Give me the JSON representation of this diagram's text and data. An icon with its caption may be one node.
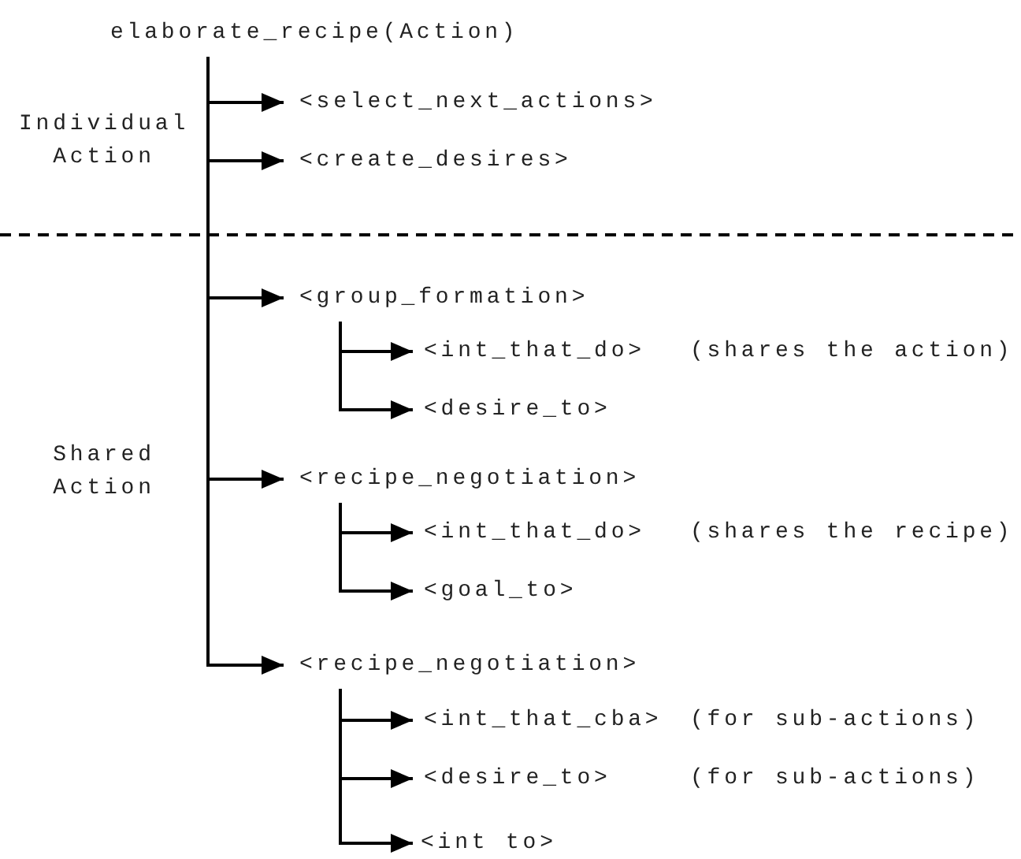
{
  "diagram": {
    "nodes": [
      {
        "text": [
          "elaborate_recipe(Action)"
        ]
      },
      {
        "text": [
          "<select_next_actions>"
        ]
      },
      {
        "text": [
          "<create_desires>"
        ]
      },
      {
        "text": [
          "<group_formation>"
        ]
      },
      {
        "text": [
          "<int_that_do>"
        ],
        "beside": [
          "(shares the action)"
        ]
      },
      {
        "text": [
          "<desire_to>"
        ]
      },
      {
        "text": [
          "<recipe_negotiation>"
        ]
      },
      {
        "text": [
          "<int_that_do>"
        ],
        "beside": [
          "(shares the recipe)"
        ]
      },
      {
        "text": [
          "<goal_to>"
        ]
      },
      {
        "text": [
          "<recipe_negotiation>"
        ]
      },
      {
        "text": [
          "<int_that_cba>"
        ],
        "beside": [
          "(for sub-actions)"
        ]
      },
      {
        "text": [
          "<desire_to>"
        ],
        "beside": [
          "(for sub-actions)"
        ]
      },
      {
        "text": [
          "<int to>"
        ]
      }
    ],
    "edges": [
      {
        "from": 0,
        "to": 1,
        "arrow": "to"
      },
      {
        "from": 0,
        "to": 2,
        "arrow": "to"
      },
      {
        "from": 0,
        "to": 3,
        "arrow": "to"
      },
      {
        "from": 0,
        "to": 6,
        "arrow": "to"
      },
      {
        "from": 0,
        "to": 9,
        "arrow": "to"
      },
      {
        "from": 3,
        "to": 4,
        "arrow": "to"
      },
      {
        "from": 3,
        "to": 5,
        "arrow": "to"
      },
      {
        "from": 6,
        "to": 7,
        "arrow": "to"
      },
      {
        "from": 6,
        "to": 8,
        "arrow": "to"
      },
      {
        "from": 9,
        "to": 10,
        "arrow": "to"
      },
      {
        "from": 9,
        "to": 11,
        "arrow": "to"
      },
      {
        "from": 9,
        "to": 12,
        "arrow": "to"
      }
    ],
    "labels": [
      "Individual Action",
      "Shared Action"
    ]
  }
}
